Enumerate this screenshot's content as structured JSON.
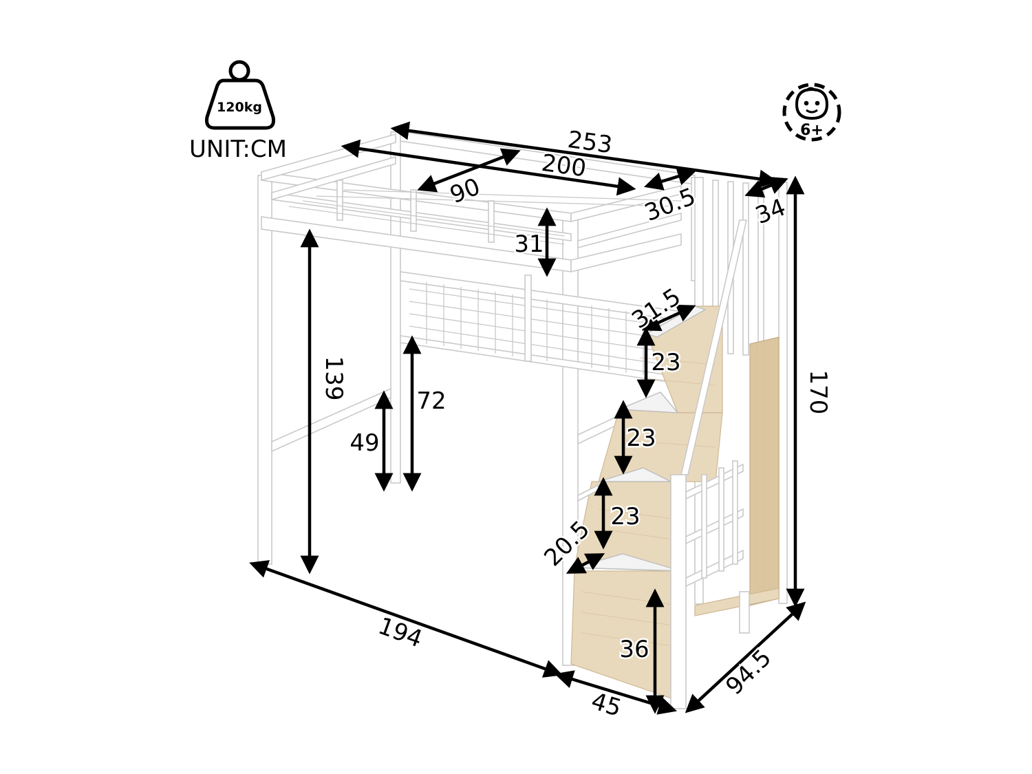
{
  "badges": {
    "weight_capacity": {
      "label": "120kg",
      "icon": "weight-icon"
    },
    "unit_label": "UNIT:CM",
    "age_recommendation": {
      "label": "6+",
      "icon": "child-face-icon"
    }
  },
  "product": {
    "name": "Metal loft bed with storage staircase",
    "frame_color": "#ffffff",
    "wood_color": "#e9d9bc"
  },
  "dimensions": {
    "overall_length": "253",
    "mattress_length": "200",
    "mattress_width": "90",
    "stair_platform_depth": "30.5",
    "stair_rail_depth": "34",
    "guardrail_height": "31",
    "step_depth_top": "31.5",
    "step_rise_1": "23",
    "step_rise_2": "23",
    "step_rise_3": "23",
    "step_depth_bottom": "20.5",
    "first_step_height": "36",
    "underbed_clearance": "139",
    "side_panel_clearance": "72",
    "rail_height": "49",
    "overall_height": "170",
    "overall_width_front": "194",
    "stair_width": "45",
    "overall_depth": "94.5"
  }
}
